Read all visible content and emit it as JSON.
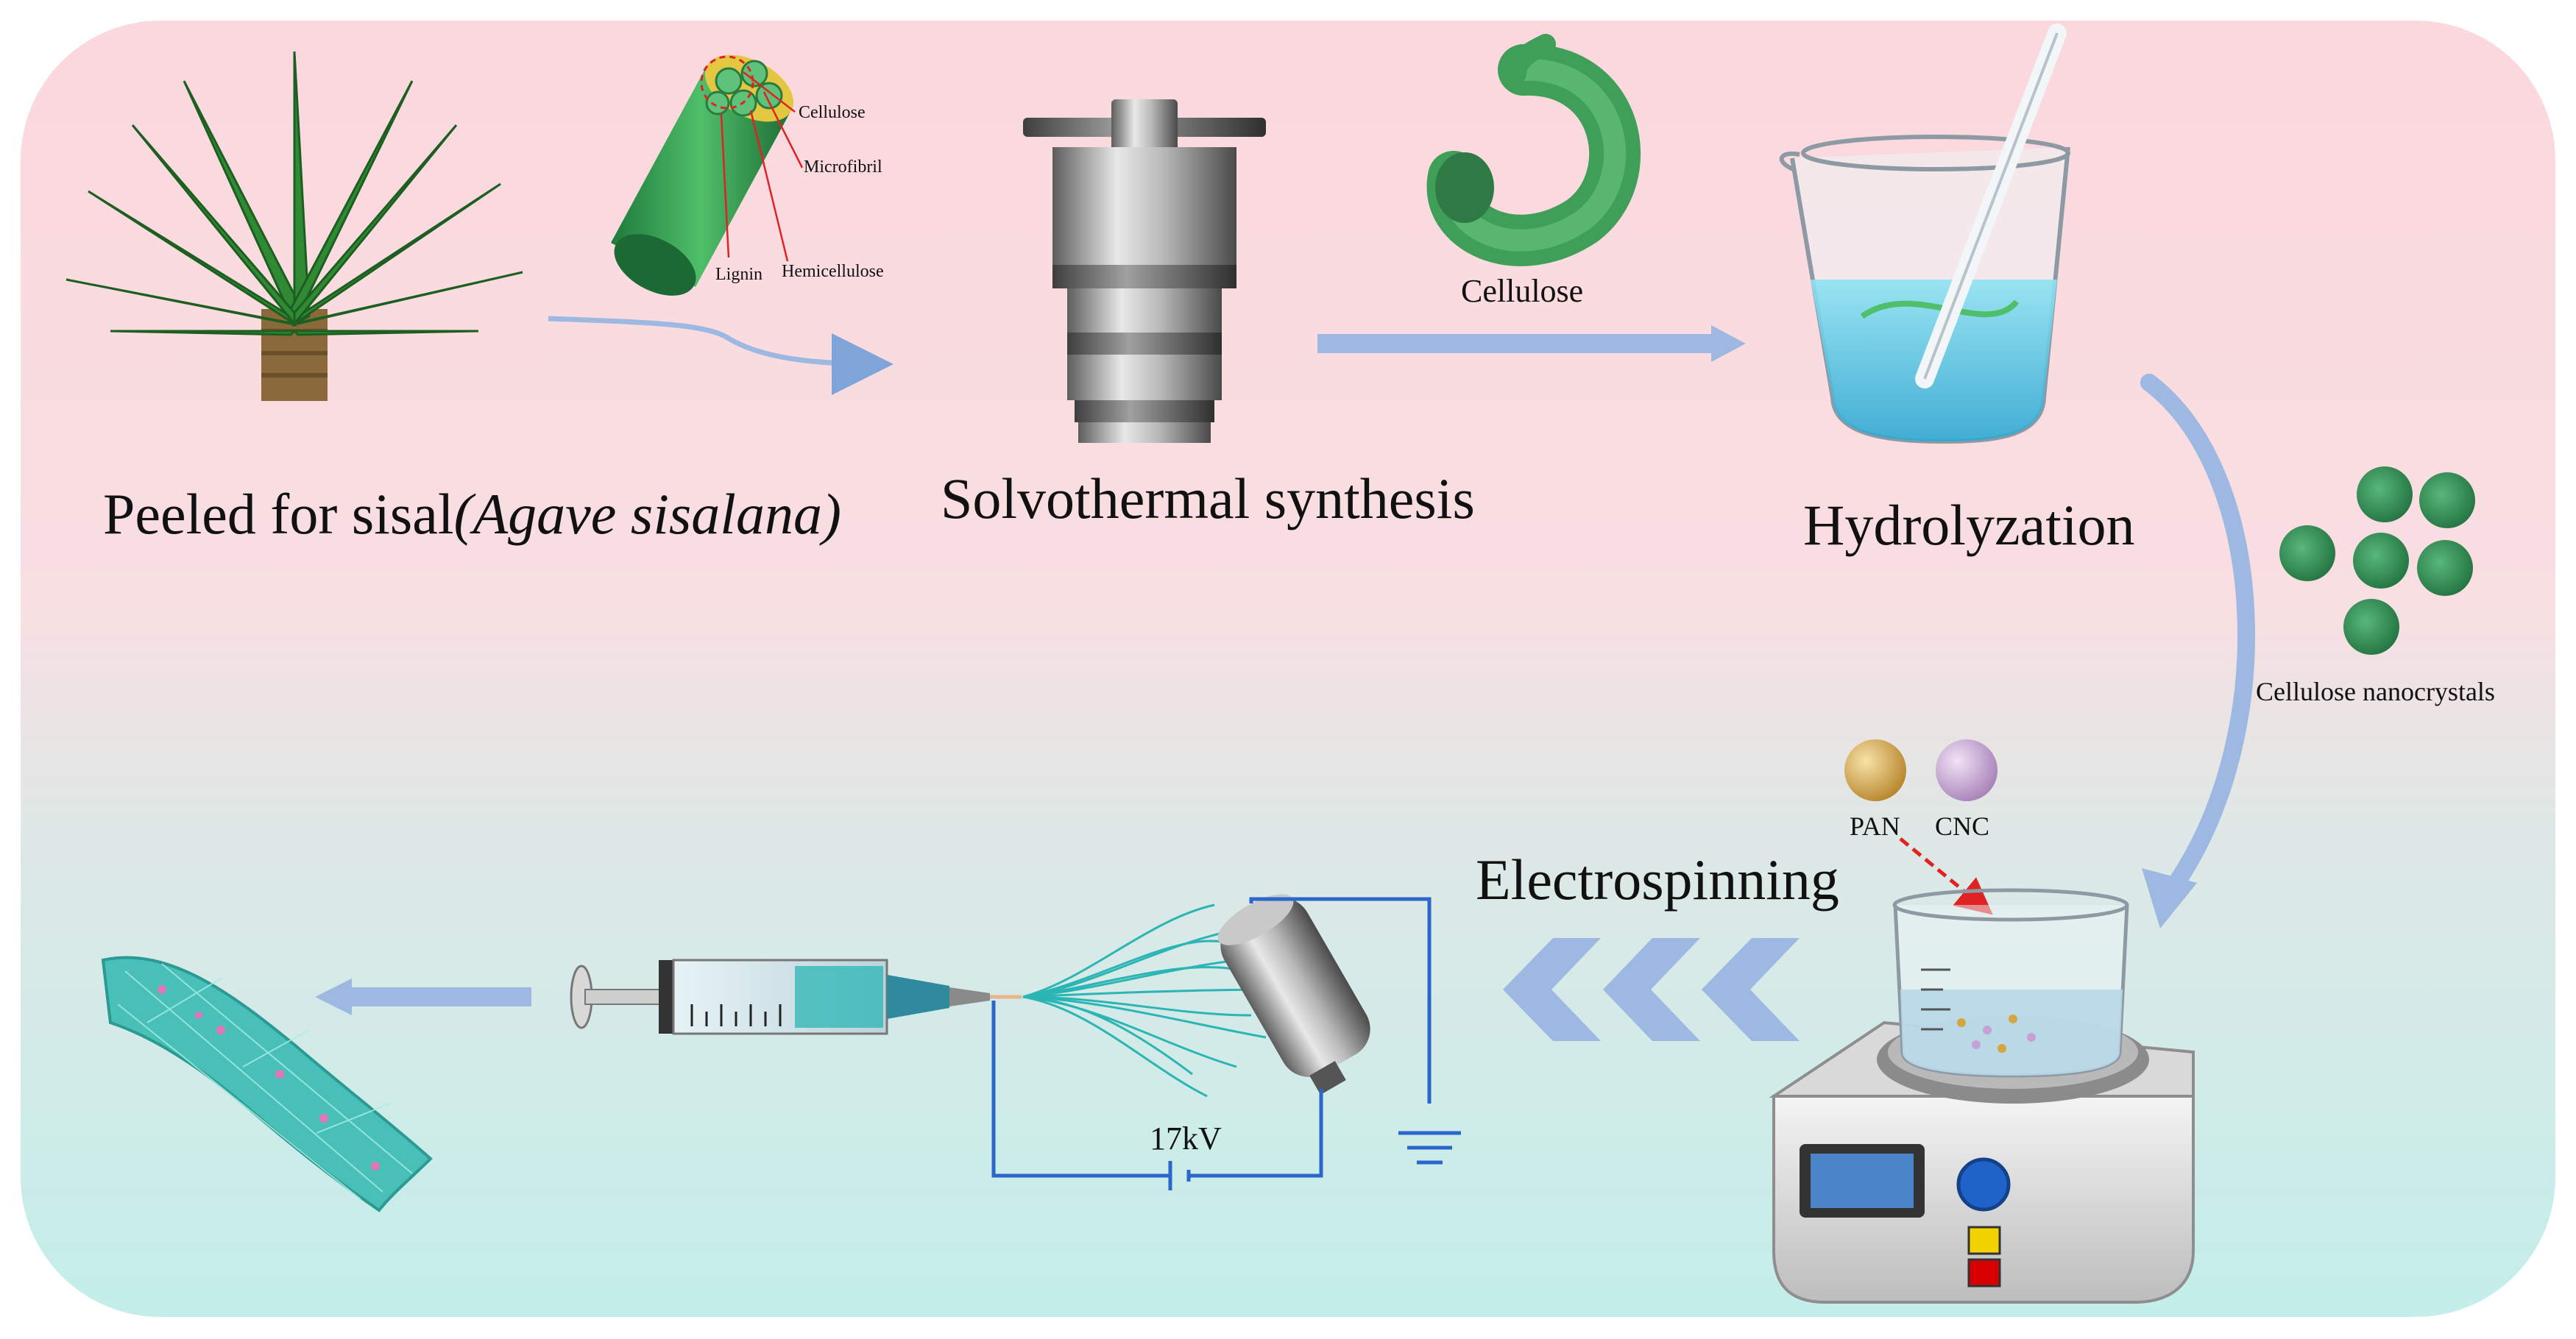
{
  "colors": {
    "panel_top": "#fbd8de",
    "panel_bottom": "#c3eeea",
    "flow_arrow": "#9db9e2",
    "fiber": "#2bb5b4",
    "red_dash": "#e02222",
    "circuit": "#2a66cc"
  },
  "labels": {
    "sisal": "Peeled for sisal",
    "sisal_species": "(Agave sisalana)",
    "solvothermal": "Solvothermal synthesis",
    "hydrolyzation": "Hydrolyzation",
    "cellulose": "Cellulose",
    "cnc_label": "Cellulose nanocrystals",
    "electrospinning": "Electrospinning",
    "pan": "PAN",
    "cnc": "CNC",
    "voltage": "17kV"
  },
  "fiber_parts": {
    "cellulose": "Cellulose",
    "microfibril": "Microfibril",
    "lignin": "Lignin",
    "hemicellulose": "Hemicellulose"
  },
  "icons": [
    "sisal-plant-icon",
    "fiber-structure-icon",
    "autoclave-icon",
    "cellulose-coil-icon",
    "beaker-icon",
    "nanocrystal-icon",
    "stirrer-icon",
    "syringe-icon",
    "collector-icon",
    "ground-icon",
    "nanofiber-mat-icon"
  ]
}
